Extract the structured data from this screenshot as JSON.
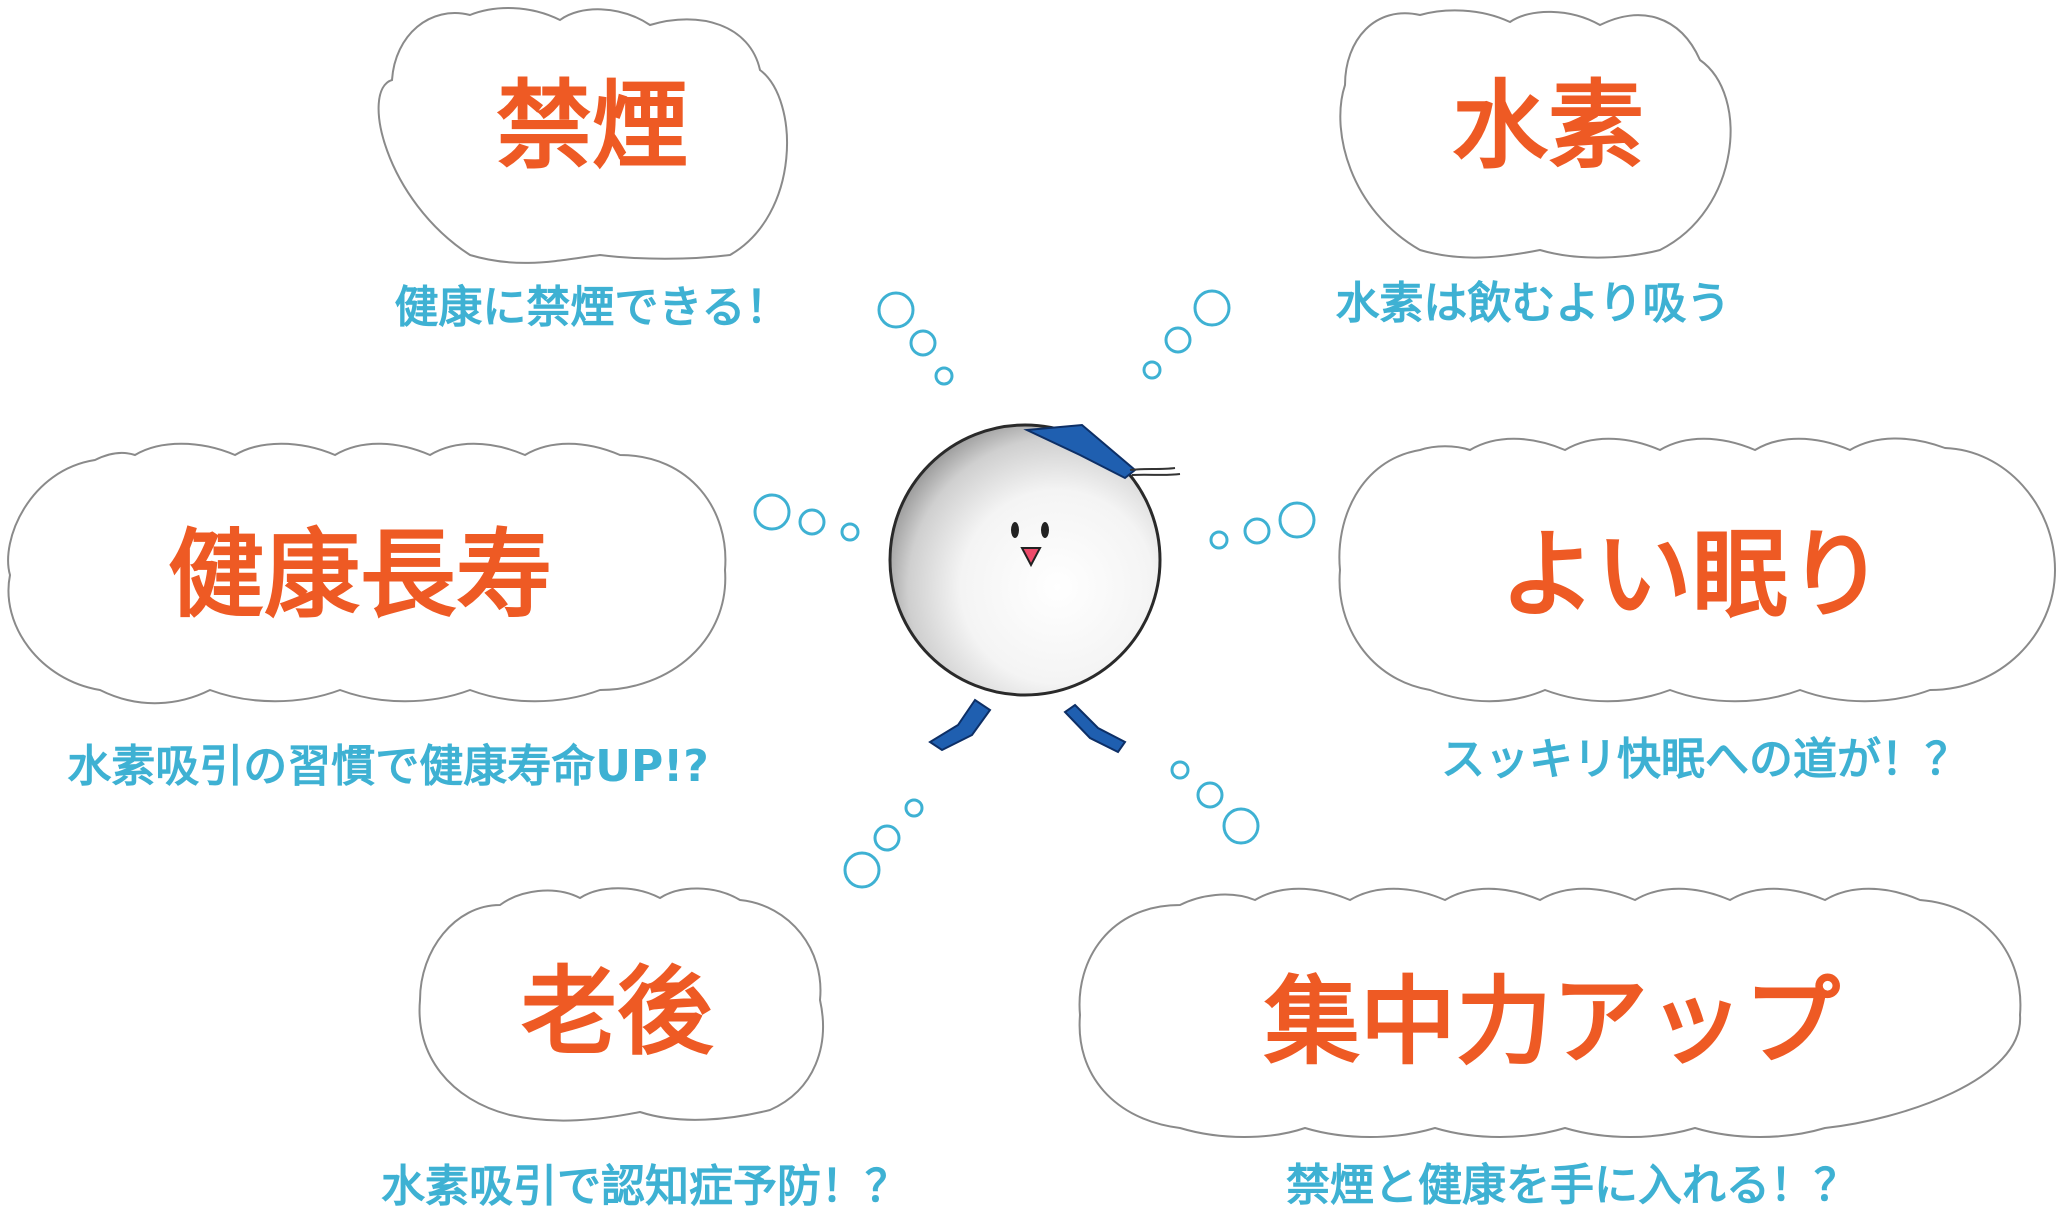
{
  "colors": {
    "title": "#ee5a24",
    "subtitle": "#3eb1d3",
    "cloud_outline": "#8a8a8a"
  },
  "clouds": [
    {
      "title": "禁煙",
      "subtitle": "健康に禁煙できる！"
    },
    {
      "title": "水素",
      "subtitle": "水素は飲むより吸う"
    },
    {
      "title": "健康長寿",
      "subtitle": "水素吸引の習慣で健康寿命UP!?"
    },
    {
      "title": "よい眠り",
      "subtitle": "スッキリ快眠への道が！？"
    },
    {
      "title": "老後",
      "subtitle": "水素吸引で認知症予防！？"
    },
    {
      "title": "集中力アップ",
      "subtitle": "禁煙と健康を手に入れる！？"
    }
  ],
  "mascot": {
    "icon": "hydrogen-ball-mascot-icon"
  }
}
